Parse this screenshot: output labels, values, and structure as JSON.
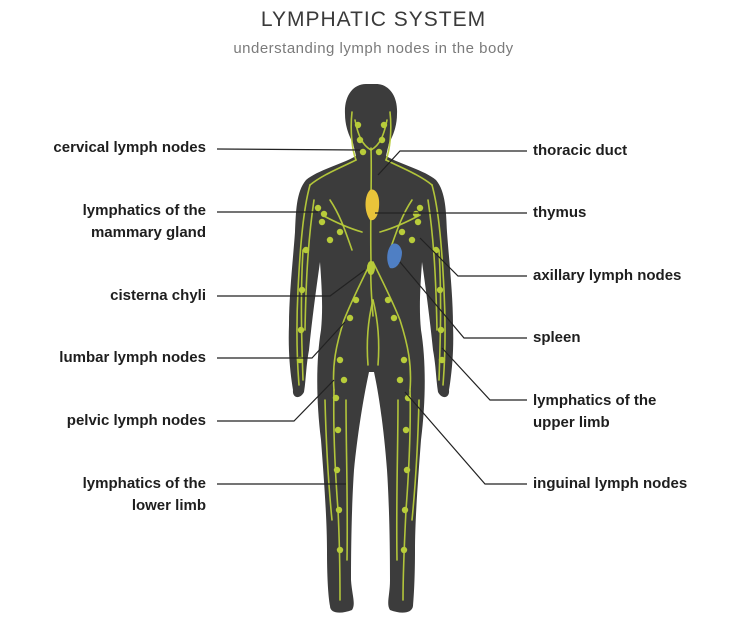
{
  "title": "LYMPHATIC SYSTEM",
  "subtitle": "understanding lymph nodes in the body",
  "colors": {
    "body": "#3c3c3c",
    "lymph": "#b8cc3a",
    "thymus": "#e9c43a",
    "spleen": "#4f7fc4",
    "leader": "#222222"
  },
  "labels_left": [
    {
      "lines": [
        "cervical lymph nodes"
      ]
    },
    {
      "lines": [
        "lymphatics of the",
        "mammary gland"
      ]
    },
    {
      "lines": [
        "cisterna chyli"
      ]
    },
    {
      "lines": [
        "lumbar lymph nodes"
      ]
    },
    {
      "lines": [
        "pelvic lymph nodes"
      ]
    },
    {
      "lines": [
        "lymphatics of the",
        "lower limb"
      ]
    }
  ],
  "labels_right": [
    {
      "lines": [
        "thoracic duct"
      ]
    },
    {
      "lines": [
        "thymus"
      ]
    },
    {
      "lines": [
        "axillary lymph nodes"
      ]
    },
    {
      "lines": [
        "spleen"
      ]
    },
    {
      "lines": [
        "lymphatics of the",
        "upper limb"
      ]
    },
    {
      "lines": [
        "inguinal lymph nodes"
      ]
    }
  ]
}
